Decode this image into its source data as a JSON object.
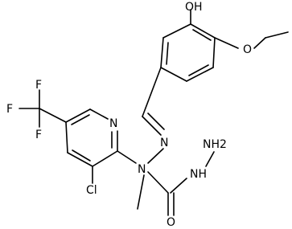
{
  "atoms": {
    "oh": "OH",
    "ethoxy_o": "O",
    "f_top": "F",
    "f_left": "F",
    "f_bottom": "F",
    "pyridine_n": "N",
    "chloro": "Cl",
    "imine_n": "N",
    "amine_n": "N",
    "nh2": "NH2",
    "hydrazide_nh": "NH",
    "carbonyl_o": "O"
  }
}
